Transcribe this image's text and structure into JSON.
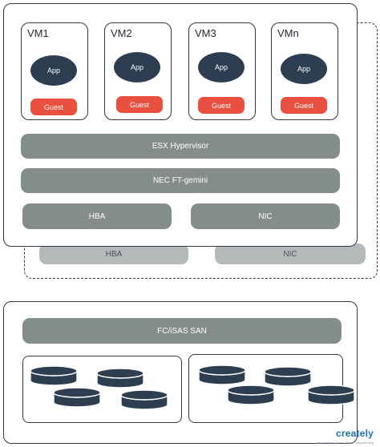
{
  "vms": [
    {
      "title": "VM1",
      "app_label": "App",
      "guest_label": "Guest"
    },
    {
      "title": "VM2",
      "app_label": "App",
      "guest_label": "Guest"
    },
    {
      "title": "VM3",
      "app_label": "App",
      "guest_label": "Guest"
    },
    {
      "title": "VMn",
      "app_label": "App",
      "guest_label": "Guest"
    }
  ],
  "host": {
    "hypervisor_label": "ESX Hypervisor",
    "ft_label": "NEC FT-gemini",
    "hba_label": "HBA",
    "nic_label": "NIC"
  },
  "secondary_host": {
    "hba_label": "HBA",
    "nic_label": "NIC"
  },
  "san": {
    "label": "FC/iSAS SAN",
    "disk_color": "#2d3e50"
  },
  "colors": {
    "app_fill": "#2d3e50",
    "guest_fill": "#e9503f",
    "bar_fill": "#848d8c",
    "bar_light_fill": "#b3bab9"
  },
  "watermark": {
    "logo": "creately",
    "tagline": "www.creately.com • Online Diagramming"
  }
}
